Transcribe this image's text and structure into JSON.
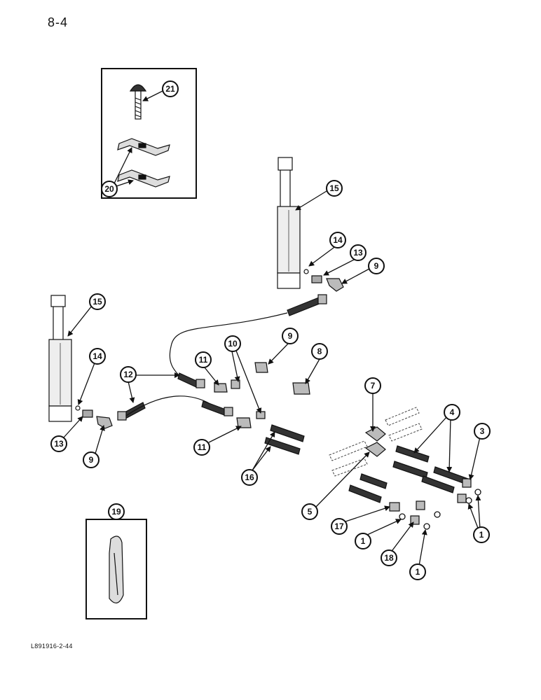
{
  "page_number": "8-4",
  "figure_code": "L891916-2-44",
  "callouts": {
    "c21": "21",
    "c20": "20",
    "c15a": "15",
    "c14a": "14",
    "c13a": "13",
    "c9a": "9",
    "c15b": "15",
    "c14b": "14",
    "c13b": "13",
    "c9b": "9",
    "c12": "12",
    "c11a": "11",
    "c10": "10",
    "c9c": "9",
    "c8": "8",
    "c11b": "11",
    "c16": "16",
    "c7": "7",
    "c4": "4",
    "c3": "3",
    "c5": "5",
    "c17": "17",
    "c1a": "1",
    "c18": "18",
    "c1b": "1",
    "c1c": "1",
    "c19": "19"
  }
}
